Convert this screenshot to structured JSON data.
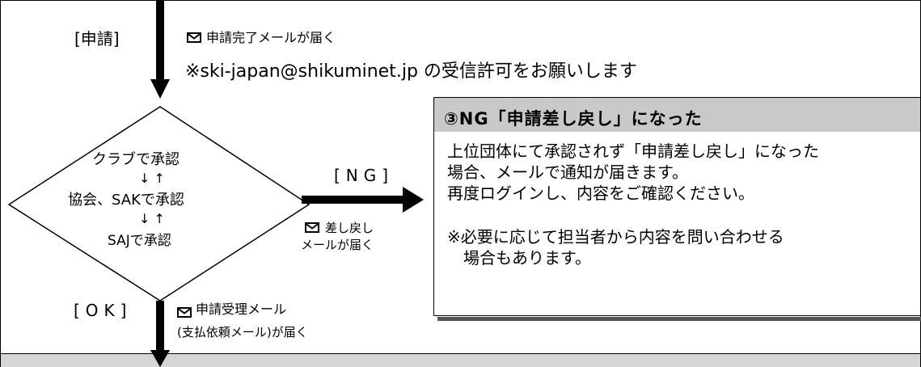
{
  "flow": {
    "apply_label": "[申請]",
    "apply_mail": "申請完了メールが届く",
    "mail_note": "※ski-japan@shikuminet.jp の受信許可をお願いします",
    "diamond": {
      "line1": "クラブで承認",
      "arrows1": "↓ ↑",
      "line2": "協会、SAKで承認",
      "arrows2": "↓ ↑",
      "line3": "SAJで承認"
    },
    "ng_label": "[NG]",
    "ng_mail_line1": "差し戻し",
    "ng_mail_line2": "メールが届く",
    "ok_label": "[OK]",
    "ok_mail_line1": "申請受理メール",
    "ok_mail_line2": "(支払依頼メール)が届く"
  },
  "ng_card": {
    "title": "③NG「申請差し戻し」になった",
    "lines": [
      "上位団体にて承認されず「申請差し戻し」になった",
      "場合、メールで通知が届きます。",
      "再度ログインし、内容をご確認ください。",
      "※必要に応じて担当者から内容を問い合わせる",
      "　場合もあります。"
    ]
  },
  "icons": {
    "mail": "envelope-icon"
  },
  "colors": {
    "card_header": "#c9c9c9",
    "card_shadow": "#555555",
    "band": "#d6d6d6"
  }
}
